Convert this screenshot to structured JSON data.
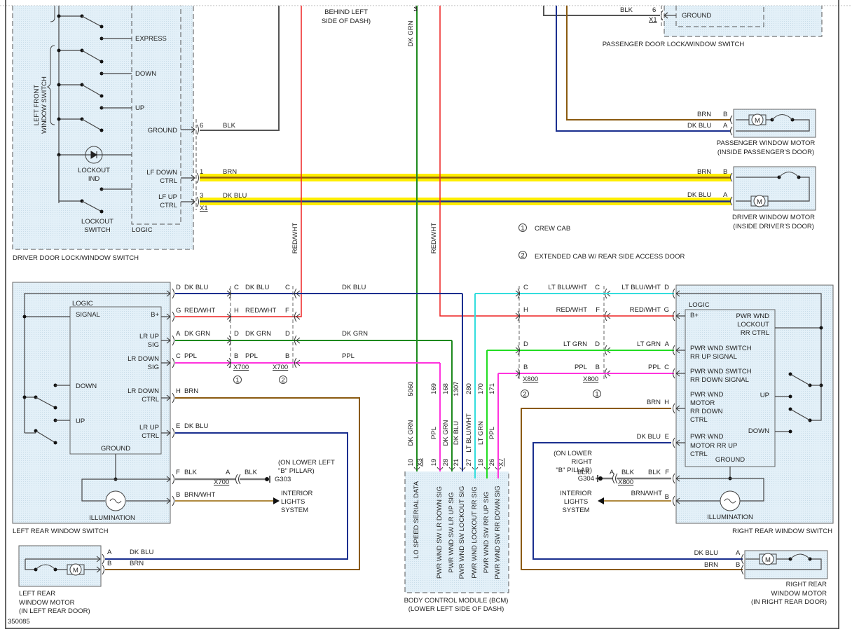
{
  "figure_id": "350085",
  "colors": {
    "blk": "#555555",
    "brn": "#8a5a10",
    "dk_blu": "#1a2f8f",
    "dk_grn": "#1e8a1e",
    "red_wht": "#ee2222",
    "ppl": "#ff33dd",
    "lt_blu_wht": "#33dddd",
    "lt_grn": "#22dd22",
    "brn_wht": "#b08a40",
    "highlight": "#ffee00",
    "component_fill": "#dfeef7"
  },
  "driver_switch": {
    "title": "DRIVER DOOR LOCK/WINDOW SWITCH",
    "sub_label": "LEFT FRONT WINDOW SWITCH",
    "sub_label_line1": "LEFT FRONT",
    "sub_label_line2": "WINDOW SWITCH",
    "logic": "LOGIC",
    "express": "EXPRESS",
    "down": "DOWN",
    "up": "UP",
    "ground": "GROUND",
    "lockout_ind_1": "LOCKOUT",
    "lockout_ind_2": "IND",
    "lockout_sw_1": "LOCKOUT",
    "lockout_sw_2": "SWITCH",
    "lf_down_1": "LF DOWN",
    "lf_down_2": "CTRL",
    "lf_up_1": "LF UP",
    "lf_up_2": "CTRL",
    "connector": "X1",
    "pins": [
      {
        "pin": "6",
        "wire": "BLK"
      },
      {
        "pin": "1",
        "wire": "BRN"
      },
      {
        "pin": "3",
        "wire": "DK BLU"
      }
    ]
  },
  "splice_note": {
    "line1": "BEHIND LEFT",
    "line2": "SIDE OF DASH)"
  },
  "vertical_wire_labels": {
    "dk_grn_top": "DK GRN",
    "dk_grn_pin": "3",
    "red_wht_left": "RED/WHT",
    "red_wht_right": "RED/WHT"
  },
  "passenger_switch": {
    "title": "PASSENGER DOOR LOCK/WINDOW SWITCH",
    "ground": "GROUND",
    "pin": "6",
    "wire": "BLK",
    "connector": "X1"
  },
  "passenger_motor": {
    "title1": "PASSENGER WINDOW MOTOR",
    "title2": "(INSIDE PASSENGER'S DOOR)",
    "pins": [
      {
        "pin": "B",
        "wire": "BRN"
      },
      {
        "pin": "A",
        "wire": "DK BLU"
      }
    ],
    "symbol": "M"
  },
  "driver_motor": {
    "title1": "DRIVER WINDOW MOTOR",
    "title2": "(INSIDE DRIVER'S DOOR)",
    "pins": [
      {
        "pin": "B",
        "wire": "BRN"
      },
      {
        "pin": "A",
        "wire": "DK BLU"
      }
    ],
    "symbol": "M"
  },
  "legend": [
    {
      "num": "1",
      "text": "CREW CAB"
    },
    {
      "num": "2",
      "text": "EXTENDED CAB W/ REAR SIDE ACCESS DOOR"
    }
  ],
  "left_rear_switch": {
    "title": "LEFT REAR WINDOW SWITCH",
    "logic": "LOGIC",
    "signal": "SIGNAL",
    "b_plus": "B+",
    "lr_up_sig_1": "LR UP",
    "lr_up_sig_2": "SIG",
    "lr_down_sig_1": "LR DOWN",
    "lr_down_sig_2": "SIG",
    "lr_down_ctrl_1": "LR DOWN",
    "lr_down_ctrl_2": "CTRL",
    "lr_up_ctrl_1": "LR UP",
    "lr_up_ctrl_2": "CTRL",
    "down": "DOWN",
    "up": "UP",
    "ground": "GROUND",
    "illumination": "ILLUMINATION",
    "pins": [
      {
        "pin": "D",
        "wire": "DK BLU"
      },
      {
        "pin": "G",
        "wire": "RED/WHT"
      },
      {
        "pin": "A",
        "wire": "DK GRN"
      },
      {
        "pin": "C",
        "wire": "PPL"
      },
      {
        "pin": "H",
        "wire": "BRN"
      },
      {
        "pin": "E",
        "wire": "DK BLU"
      },
      {
        "pin": "F",
        "wire": "BLK"
      },
      {
        "pin": "B",
        "wire": "BRN/WHT"
      }
    ]
  },
  "x700": {
    "connector": "X700",
    "crew": {
      "note": "1",
      "pins": [
        "C",
        "H",
        "D",
        "B"
      ]
    },
    "ext": {
      "note": "2",
      "pins": [
        "C",
        "F",
        "D",
        "B"
      ]
    },
    "wires": [
      "DK BLU",
      "RED/WHT",
      "DK GRN",
      "PPL"
    ],
    "ground_pin": "A"
  },
  "g303": {
    "line1": "(ON LOWER LEFT",
    "line2": "\"B\" PILLAR)",
    "id": "G303",
    "wire": "BLK"
  },
  "interior_left": {
    "line1": "INTERIOR",
    "line2": "LIGHTS",
    "line3": "SYSTEM"
  },
  "left_rear_motor": {
    "title1": "LEFT REAR",
    "title2": "WINDOW MOTOR",
    "title3": "(IN LEFT REAR DOOR)",
    "pins": [
      {
        "pin": "A",
        "wire": "DK BLU"
      },
      {
        "pin": "B",
        "wire": "BRN"
      }
    ],
    "symbol": "M"
  },
  "bcm": {
    "title1": "BODY CONTROL MODULE (BCM)",
    "title2": "(LOWER LEFT SIDE OF DASH)",
    "pins": [
      {
        "circuit": "5060",
        "wire": "DK GRN",
        "pin": "10",
        "connector": "X3",
        "function": "LO SPEED SERIAL DATA"
      },
      {
        "circuit": "169",
        "wire": "PPL",
        "pin": "19",
        "function": "PWR WND SW LR DOWN SIG"
      },
      {
        "circuit": "168",
        "wire": "DK GRN",
        "pin": "28",
        "function": "PWR WND SW LR UP SIG"
      },
      {
        "circuit": "1307",
        "wire": "DK BLU",
        "pin": "21",
        "function": "PWR WND SW LOCKOUT SIG"
      },
      {
        "circuit": "280",
        "wire": "LT BLU/WHT",
        "pin": "27",
        "function": "PWR WND LOCKOUT RR SIG"
      },
      {
        "circuit": "170",
        "wire": "LT GRN",
        "pin": "18",
        "function": "PWR WND SW RR UP SIG"
      },
      {
        "circuit": "171",
        "wire": "PPL",
        "pin": "26",
        "connector": "X7",
        "function": "PWR WND SW RR DOWN SIG"
      }
    ]
  },
  "x800": {
    "connector": "X800",
    "ext": {
      "note": "2",
      "pins": [
        "C",
        "H",
        "D",
        "B"
      ]
    },
    "crew": {
      "note": "1",
      "pins": [
        "C",
        "F",
        "D",
        "B"
      ]
    },
    "wires": [
      "LT BLU/WHT",
      "RED/WHT",
      "LT GRN",
      "PPL"
    ],
    "ground_pin": "A"
  },
  "right_rear_switch": {
    "title": "RIGHT REAR WINDOW SWITCH",
    "logic": "LOGIC",
    "b_plus": "B+",
    "lockout_1": "PWR WND",
    "lockout_2": "LOCKOUT",
    "lockout_3": "RR CTRL",
    "up_sig_1": "PWR WND SWITCH",
    "up_sig_2": "RR UP SIGNAL",
    "down_sig_1": "PWR WND SWITCH",
    "down_sig_2": "RR DOWN SIGNAL",
    "motor_down_1": "PWR WND",
    "motor_down_2": "MOTOR",
    "motor_down_3": "RR DOWN",
    "motor_down_4": "CTRL",
    "motor_up_1": "PWR WND",
    "motor_up_2": "MOTOR RR UP",
    "motor_up_3": "CTRL",
    "up": "UP",
    "down": "DOWN",
    "ground": "GROUND",
    "illumination": "ILLUMINATION",
    "pins": [
      {
        "pin": "D",
        "wire": "LT BLU/WHT"
      },
      {
        "pin": "G",
        "wire": "RED/WHT"
      },
      {
        "pin": "A",
        "wire": "LT GRN"
      },
      {
        "pin": "C",
        "wire": "PPL"
      },
      {
        "pin": "H",
        "wire": "BRN"
      },
      {
        "pin": "E",
        "wire": "DK BLU"
      },
      {
        "pin": "F",
        "wire": "BLK"
      },
      {
        "pin": "B",
        "wire": "BRN/WHT"
      }
    ]
  },
  "g304": {
    "line1": "(ON LOWER",
    "line2": "RIGHT",
    "line3": "\"B\" PILLAR)",
    "id": "G304",
    "wire": "BLK"
  },
  "interior_right": {
    "line1": "INTERIOR",
    "line2": "LIGHTS",
    "line3": "SYSTEM"
  },
  "right_rear_motor": {
    "title1": "RIGHT REAR",
    "title2": "WINDOW MOTOR",
    "title3": "(IN RIGHT REAR DOOR)",
    "pins": [
      {
        "pin": "A",
        "wire": "DK BLU"
      },
      {
        "pin": "B",
        "wire": "BRN"
      }
    ],
    "symbol": "M"
  }
}
